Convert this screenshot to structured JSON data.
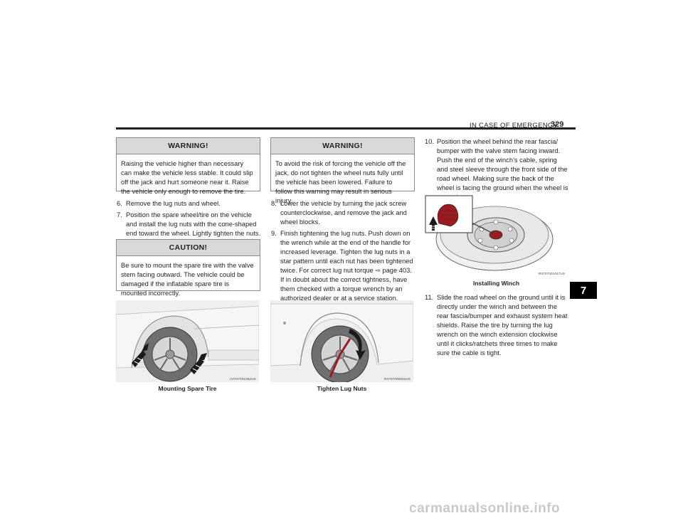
{
  "header": {
    "section": "IN CASE OF EMERGENCY",
    "page_number": "329"
  },
  "chapter_tab": "7",
  "warning1": {
    "title": "WARNING!",
    "body": "Raising the vehicle higher than necessary can make the vehicle less stable. It could slip off the jack and hurt someone near it. Raise the vehicle only enough to remove the tire."
  },
  "step6": {
    "num": "6.",
    "text": "Remove the lug nuts and wheel."
  },
  "step7": {
    "num": "7.",
    "text": "Position the spare wheel/tire on the vehicle and install the lug nuts with the cone-shaped end toward the wheel. Lightly tighten the nuts."
  },
  "caution": {
    "title": "CAUTION!",
    "body": "Be sure to mount the spare tire with the valve stem facing outward. The vehicle could be damaged if the inflatable spare tire is mounted incorrectly."
  },
  "fig1": {
    "code": "A0707001062US",
    "caption": "Mounting Spare Tire"
  },
  "warning2": {
    "title": "WARNING!",
    "body": "To avoid the risk of forcing the vehicle off the jack, do not tighten the wheel nuts fully until the vehicle has been lowered. Failure to follow this warning may result in serious injury."
  },
  "step8": {
    "num": "8.",
    "text": "Lower the vehicle by turning the jack screw counterclockwise, and remove the jack and wheel blocks."
  },
  "step9": {
    "num": "9.",
    "text_a": "Finish tightening the lug nuts. Push down on the wrench while at the end of the handle for increased leverage. Tighten the lug nuts in a star pattern until each nut has been tightened twice. For correct lug nut torque",
    "ref": "page 403.",
    "text_b": "If in doubt about the correct tightness, have them checked with a torque wrench by an authorized dealer or at a service station."
  },
  "fig2": {
    "code": "R0707000504US",
    "caption": "Tighten Lug Nuts"
  },
  "step10": {
    "num": "10.",
    "text": "Position the wheel behind the rear fascia/ bumper with the valve stem facing inward. Push the end of the winch’s cable, spring and steel sleeve through the front side of the road wheel. Making sure the back of the wheel is facing the ground when the wheel is stowed."
  },
  "fig3": {
    "code": "R0707001047US",
    "caption": "Installing Winch"
  },
  "step11": {
    "num": "11.",
    "text": "Slide the road wheel on the ground until it is directly under the winch and between the rear fascia/bumper and exhaust system heat shields. Raise the tire by turning the lug wrench on the winch extension clockwise until it clicks/ratchets three times to make sure the cable is tight."
  },
  "watermark": "carmanualsonline.info",
  "colors": {
    "accent_red": "#9b1b1f",
    "box_header": "#d9d9d9"
  }
}
